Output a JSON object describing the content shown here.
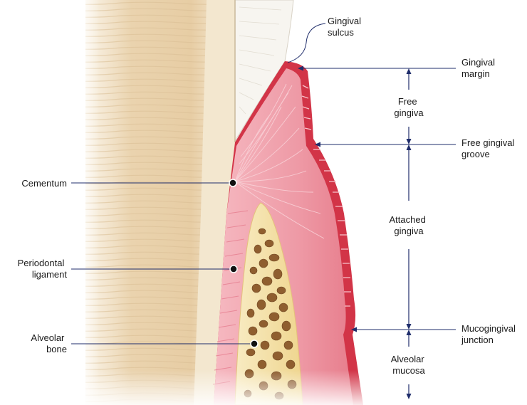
{
  "labels": {
    "gingival_sulcus": [
      "Gingival",
      "sulcus"
    ],
    "gingival_margin": [
      "Gingival",
      "margin"
    ],
    "free_gingival_groove": [
      "Free gingival",
      "groove"
    ],
    "mucogingival_junction": [
      "Mucogingival",
      "junction"
    ],
    "free_gingiva": [
      "Free",
      "gingiva"
    ],
    "attached_gingiva": [
      "Attached",
      "gingiva"
    ],
    "alveolar_mucosa": [
      "Alveolar",
      "mucosa"
    ],
    "cementum": [
      "Cementum"
    ],
    "periodontal_ligament": [
      "Periodontal",
      "ligament"
    ],
    "alveolar_bone": [
      "Alveolar",
      "bone"
    ]
  },
  "colors": {
    "dentin": "#ecd9b8",
    "enamel": "#f7f5f0",
    "root_band": "#efe4cc",
    "gingiva_dark": "#cf2b3e",
    "gingiva_pink": "#ef9aa6",
    "bone": "#f3dfa0",
    "bone_pores": "#8a5a2e",
    "leader": "#1f2d6b"
  }
}
